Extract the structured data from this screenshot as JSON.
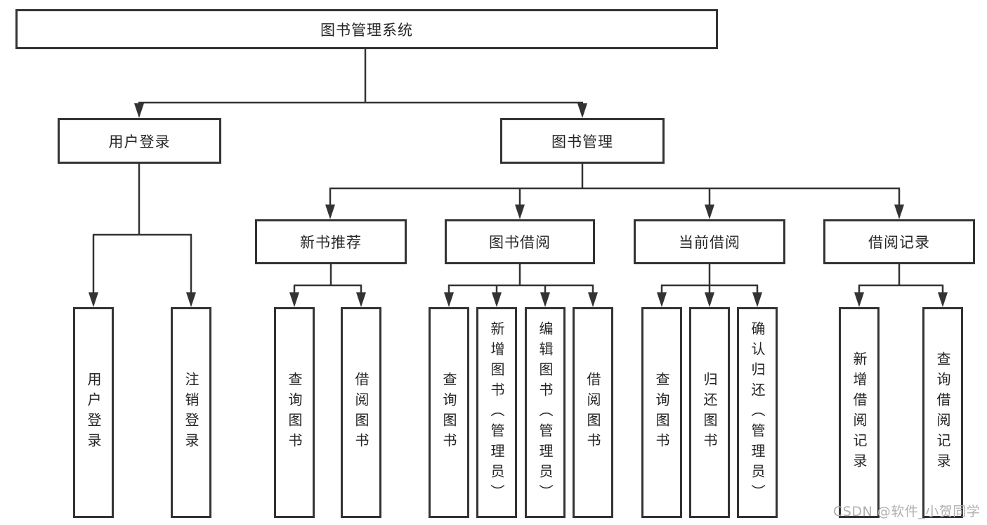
{
  "title": "图书管理系统",
  "level2": {
    "user": "用户登录",
    "book": "图书管理"
  },
  "user_children": [
    "用户登录",
    "注销登录"
  ],
  "level3": [
    "新书推荐",
    "图书借阅",
    "当前借阅",
    "借阅记录"
  ],
  "recommend_children": [
    "查询图书",
    "借阅图书"
  ],
  "borrow_children": [
    "查询图书",
    "新增图书（管理员）",
    "编辑图书（管理员）",
    "借阅图书"
  ],
  "current_children": [
    "查询图书",
    "归还图书",
    "确认归还（管理员）"
  ],
  "record_children": [
    "新增借阅记录",
    "查询借阅记录"
  ],
  "watermark": "CSDN @软件_小贺同学",
  "colors": {
    "line": "#333333",
    "box_border": "#333333",
    "text": "#262626",
    "watermark": "#b0b0b0",
    "background": "#ffffff"
  }
}
